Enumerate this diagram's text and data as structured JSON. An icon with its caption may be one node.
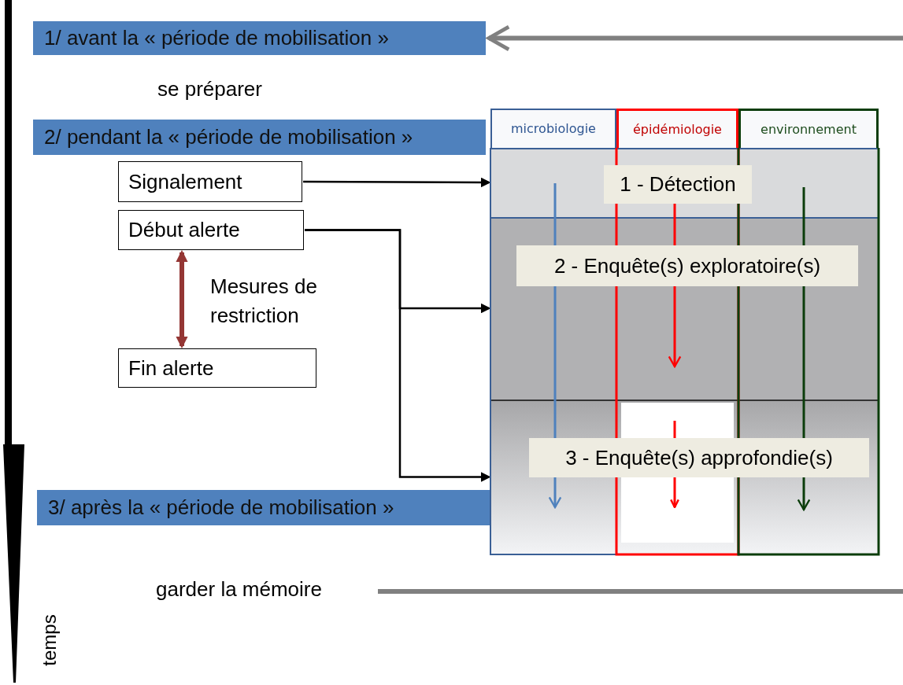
{
  "diagram": {
    "nodes": [
      {
        "text": [
          "1/ avant la « période de mobilisation »"
        ]
      },
      {
        "text": [
          "2/ pendant la « période de mobilisation »"
        ]
      },
      {
        "text": [
          "3/ après la « période de mobilisation »"
        ]
      },
      {
        "text": [
          "Signalement"
        ]
      },
      {
        "text": [
          "Début alerte"
        ]
      },
      {
        "text": [
          "Fin alerte"
        ]
      },
      {
        "text": [
          "microbiologie"
        ]
      },
      {
        "text": [
          "épidémiologie"
        ]
      },
      {
        "text": [
          "environnement"
        ]
      },
      {
        "text": [
          "1 - Détection"
        ]
      },
      {
        "text": [
          "2 - Enquête(s) exploratoire(s)"
        ]
      },
      {
        "text": [
          "3 - Enquête(s) approfondie(s)"
        ]
      },
      {
        "text": [
          "garder la mémoire"
        ]
      }
    ],
    "edges": [
      {
        "from": null,
        "to": 0,
        "arrow": "to",
        "style": "thick",
        "color": "#808080"
      },
      {
        "from": 3,
        "to": 9,
        "arrow": "to"
      },
      {
        "from": 4,
        "to": 10,
        "arrow": "to"
      },
      {
        "from": 4,
        "to": 11,
        "arrow": "to"
      },
      {
        "from": 4,
        "to": 5,
        "arrow": "both",
        "label": "Mesures de restriction",
        "style": "thick",
        "color": "#943634"
      },
      {
        "from": 12,
        "to": null,
        "arrow": "none",
        "style": "thick",
        "color": "#808080"
      },
      {
        "from": 9,
        "to": 10,
        "arrow": "none",
        "color": "#4f81bd"
      },
      {
        "from": 10,
        "to": 11,
        "arrow": "to",
        "color": "#4f81bd"
      },
      {
        "from": 9,
        "to": 10,
        "arrow": "to",
        "color": "#ff0000"
      },
      {
        "from": 9,
        "to": 10,
        "arrow": "none",
        "color": "#0b3d0b"
      },
      {
        "from": 10,
        "to": 11,
        "arrow": "to",
        "color": "#0b3d0b"
      }
    ],
    "labels": [
      "se préparer",
      "temps"
    ]
  }
}
